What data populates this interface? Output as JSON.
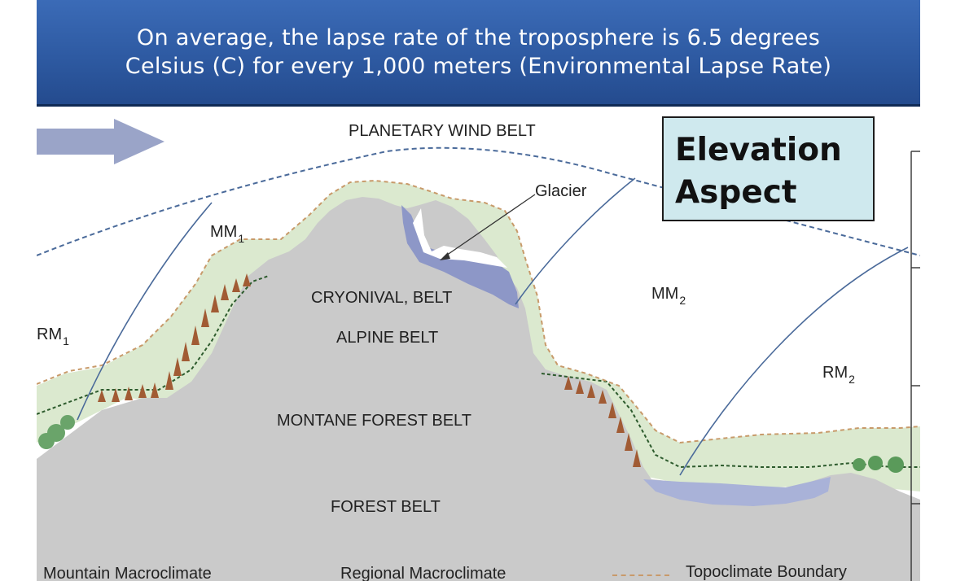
{
  "header": {
    "title_line1": "On average, the lapse rate of the troposphere is 6.5 degrees",
    "title_line2": "Celsius (C) for every 1,000 meters (Environmental Lapse Rate)"
  },
  "callout": {
    "line1": "Elevation",
    "line2": "Aspect"
  },
  "diagram": {
    "planetary_wind_belt": "PLANETARY WIND BELT",
    "glacier": "Glacier",
    "cryonival_belt": "CRYONIVAL, BELT",
    "alpine_belt": "ALPINE BELT",
    "montane_forest_belt": "MONTANE FOREST BELT",
    "forest_belt": "FOREST BELT",
    "mm1_main": "MM",
    "mm1_sub": "1",
    "mm2_main": "MM",
    "mm2_sub": "2",
    "rm1_main": "RM",
    "rm1_sub": "1",
    "rm2_main": "RM",
    "rm2_sub": "2"
  },
  "legend": {
    "mountain_macroclimate": "Mountain Macroclimate",
    "regional_macroclimate": "Regional Macroclimate",
    "topoclimate_boundary": "Topoclimate Boundary"
  },
  "colors": {
    "header_bg": "#2e5aa2",
    "callout_bg": "#cfe9ee",
    "mountain": "#c9c9c9",
    "vegetation_band": "#dbe9cf",
    "glacier": "#8d97c7",
    "lake": "#a9b2d8",
    "wind_arrow": "#9aa4c8"
  }
}
